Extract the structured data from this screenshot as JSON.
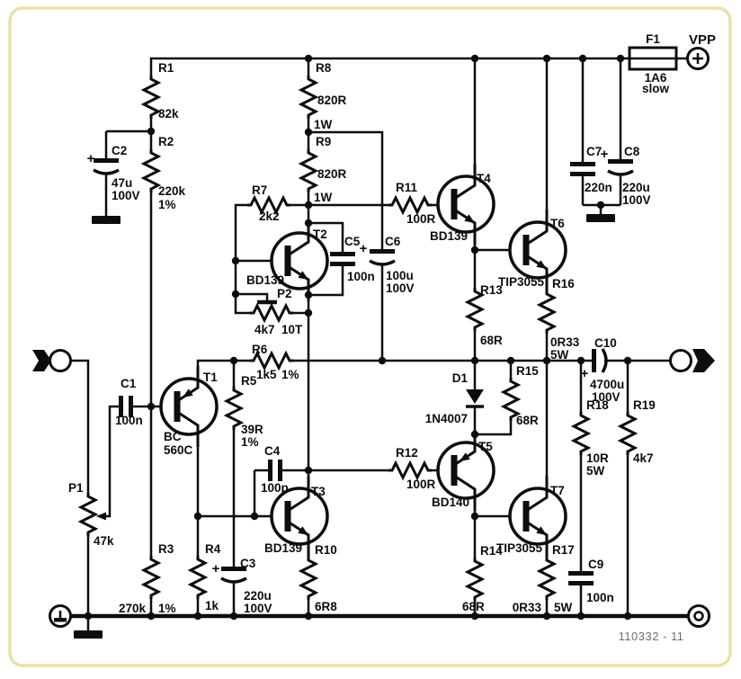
{
  "components": {
    "R1": {
      "ref": "R1",
      "value": "82k"
    },
    "R2": {
      "ref": "R2",
      "value": "220k",
      "tolerance": "1%"
    },
    "R3": {
      "ref": "R3",
      "value": "270k",
      "tolerance": "1%"
    },
    "R4": {
      "ref": "R4",
      "value": "1k"
    },
    "R5": {
      "ref": "R5",
      "value": "39R",
      "tolerance": "1%"
    },
    "R6": {
      "ref": "R6",
      "value": "1k5",
      "tolerance": "1%"
    },
    "R7": {
      "ref": "R7",
      "value": "2k2"
    },
    "R8": {
      "ref": "R8",
      "value": "820R",
      "rating": "1W"
    },
    "R9": {
      "ref": "R9",
      "value": "820R",
      "rating": "1W"
    },
    "R10": {
      "ref": "R10",
      "value": "6R8"
    },
    "R11": {
      "ref": "R11",
      "value": "100R"
    },
    "R12": {
      "ref": "R12",
      "value": "100R"
    },
    "R13": {
      "ref": "R13",
      "value": "68R"
    },
    "R14": {
      "ref": "R14",
      "value": "68R"
    },
    "R15": {
      "ref": "R15",
      "value": "68R"
    },
    "R16": {
      "ref": "R16",
      "value": "0R33",
      "rating": "5W"
    },
    "R17": {
      "ref": "R17",
      "value": "0R33",
      "rating": "5W"
    },
    "R18": {
      "ref": "R18",
      "value": "10R",
      "rating": "5W"
    },
    "R19": {
      "ref": "R19",
      "value": "4k7"
    },
    "P1": {
      "ref": "P1",
      "value": "47k"
    },
    "P2": {
      "ref": "P2",
      "value": "4k7",
      "type": "10T"
    },
    "C1": {
      "ref": "C1",
      "value": "100n"
    },
    "C2": {
      "ref": "C2",
      "value": "47u",
      "voltage": "100V",
      "plus": "+"
    },
    "C3": {
      "ref": "C3",
      "value": "220u",
      "voltage": "100V",
      "plus": "+"
    },
    "C4": {
      "ref": "C4",
      "value": "100p"
    },
    "C5": {
      "ref": "C5",
      "value": "100n"
    },
    "C6": {
      "ref": "C6",
      "value": "100u",
      "voltage": "100V",
      "plus": "+"
    },
    "C7": {
      "ref": "C7",
      "value": "220n"
    },
    "C8": {
      "ref": "C8",
      "value": "220u",
      "voltage": "100V",
      "plus": "+"
    },
    "C9": {
      "ref": "C9",
      "value": "100n"
    },
    "C10": {
      "ref": "C10",
      "value": "4700u",
      "voltage": "100V",
      "plus": "+"
    },
    "D1": {
      "ref": "D1",
      "value": "1N4007"
    },
    "T1": {
      "ref": "T1",
      "type_line1": "BC",
      "type_line2": "560C"
    },
    "T2": {
      "ref": "T2",
      "type": "BD139"
    },
    "T3": {
      "ref": "T3",
      "type": "BD139"
    },
    "T4": {
      "ref": "T4",
      "type": "BD139"
    },
    "T5": {
      "ref": "T5",
      "type": "BD140"
    },
    "T6": {
      "ref": "T6",
      "type": "TIP3055"
    },
    "T7": {
      "ref": "T7",
      "type": "TIP3055"
    },
    "F1": {
      "ref": "F1",
      "value": "1A6",
      "speed": "slow"
    }
  },
  "terminals": {
    "supply_label": "VPP"
  },
  "footer": {
    "diagram_number": "110332 - 11"
  },
  "colors": {
    "ink": "#0d0d0d",
    "frame": "#ece1a6",
    "footer_text": "#6d6d6d",
    "background": "#ffffff"
  }
}
